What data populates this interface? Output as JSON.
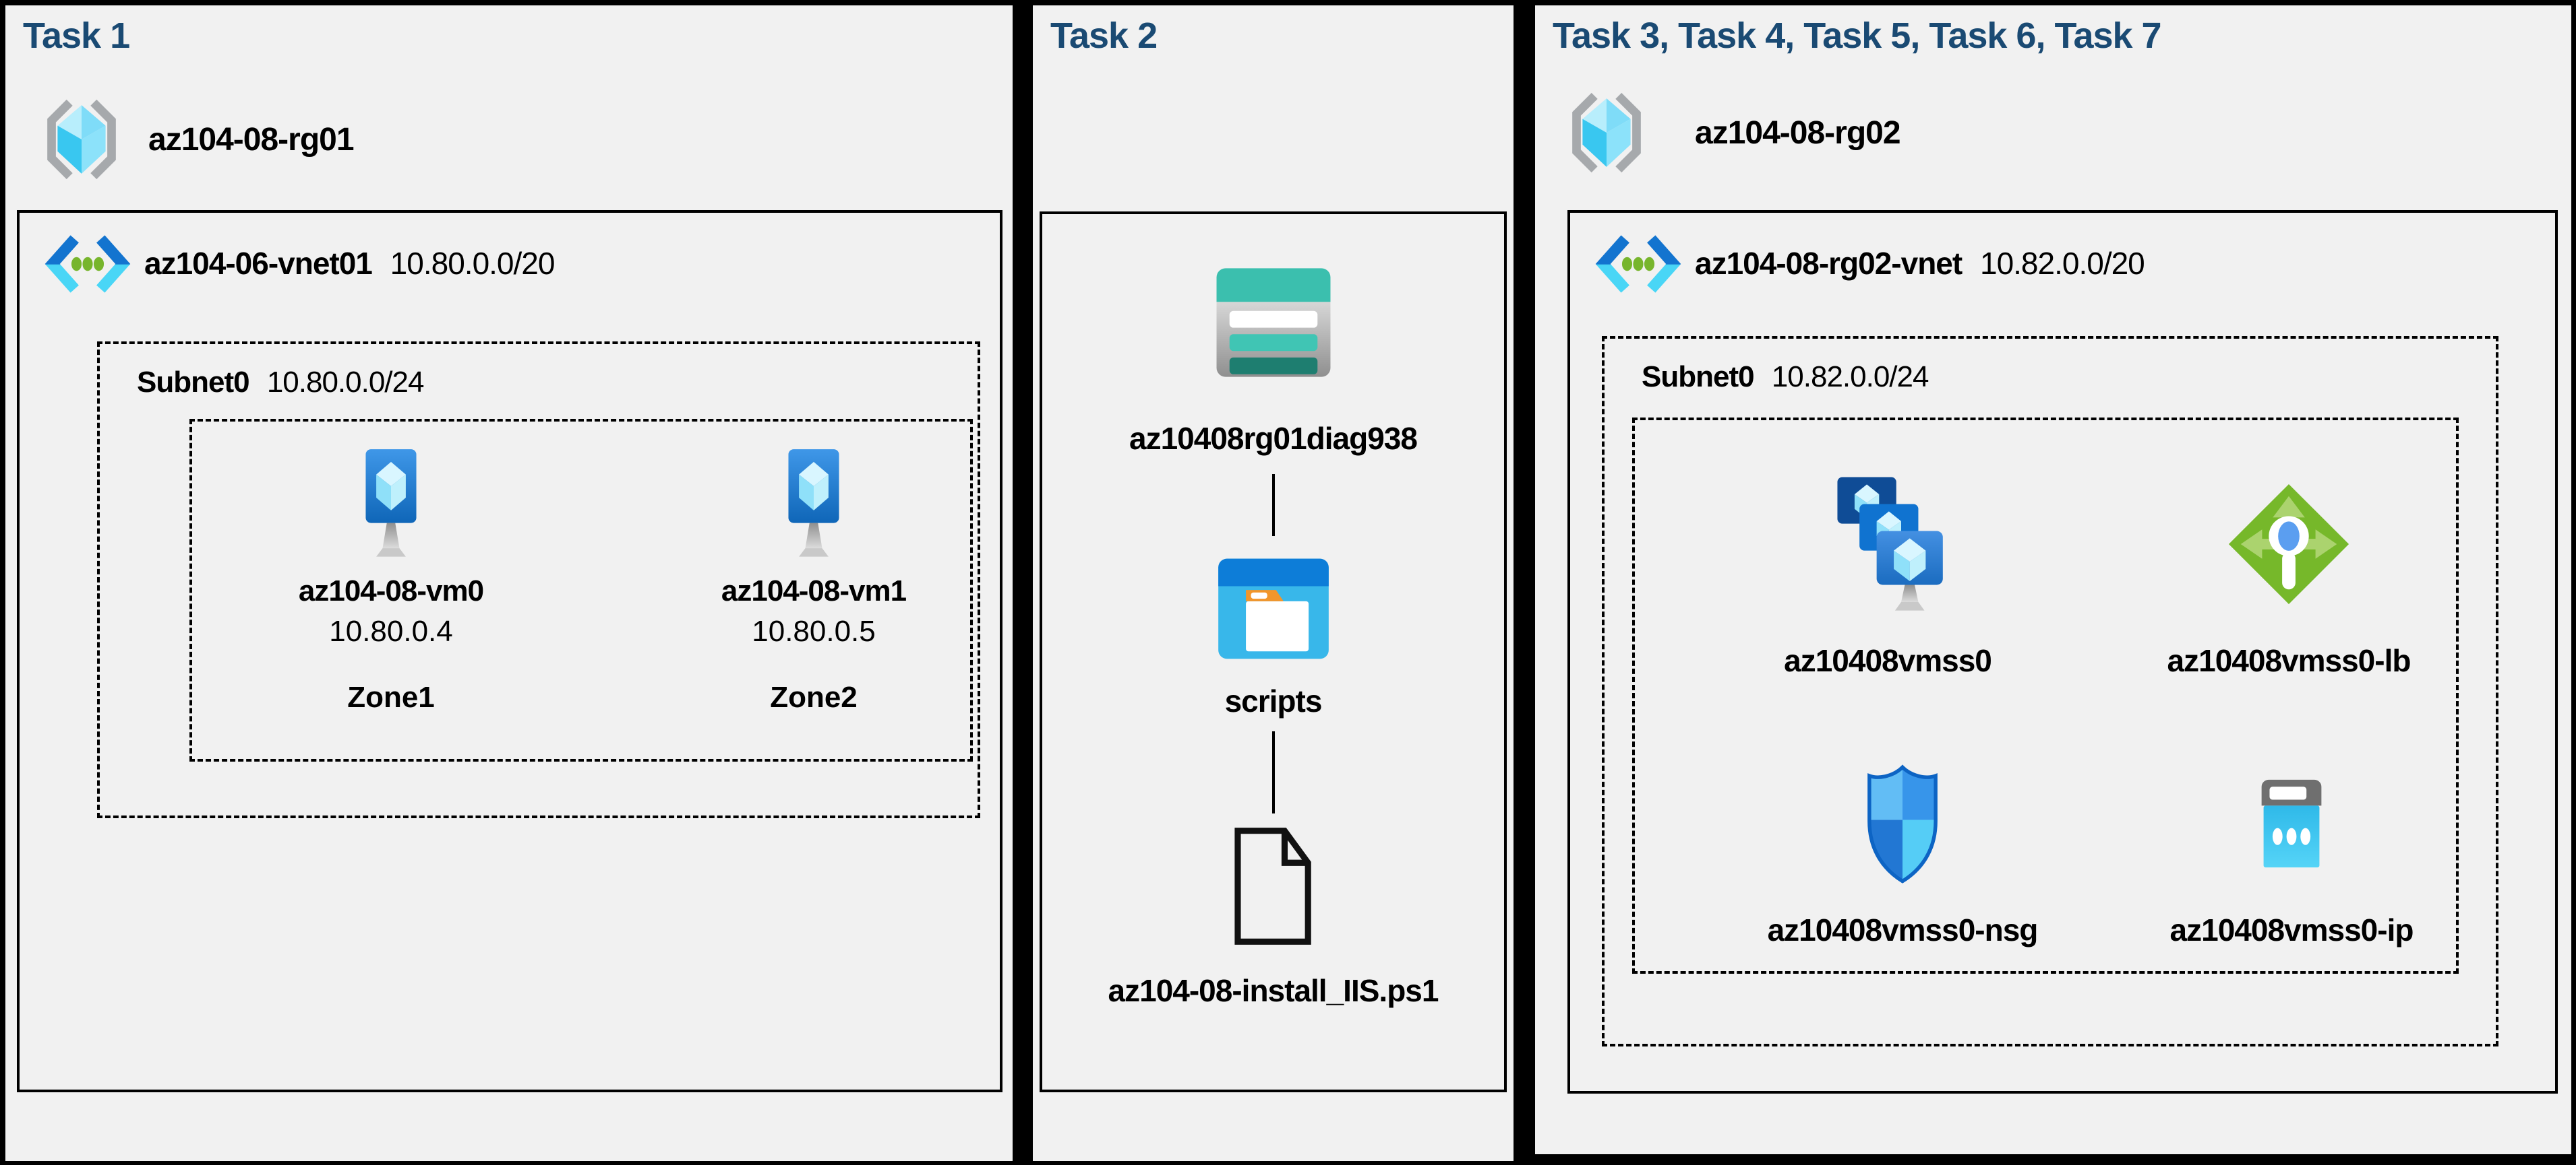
{
  "panels": [
    {
      "title": "Task 1",
      "resource_group": "az104-08-rg01",
      "vnet": {
        "name": "az104-06-vnet01",
        "cidr": "10.80.0.0/20"
      },
      "subnet": {
        "name": "Subnet0",
        "cidr": "10.80.0.0/24"
      },
      "vms": [
        {
          "name": "az104-08-vm0",
          "ip": "10.80.0.4",
          "zone": "Zone1"
        },
        {
          "name": "az104-08-vm1",
          "ip": "10.80.0.5",
          "zone": "Zone2"
        }
      ]
    },
    {
      "title": "Task 2",
      "storage_account": "az10408rg01diag938",
      "container": "scripts",
      "script_file": "az104-08-install_IIS.ps1"
    },
    {
      "title": "Task 3, Task 4, Task 5, Task 6, Task 7",
      "resource_group": "az104-08-rg02",
      "vnet": {
        "name": "az104-08-rg02-vnet",
        "cidr": "10.82.0.0/20"
      },
      "subnet": {
        "name": "Subnet0",
        "cidr": "10.82.0.0/24"
      },
      "resources": [
        {
          "id": "vmss",
          "label": "az10408vmss0"
        },
        {
          "id": "load-balancer",
          "label": "az10408vmss0-lb"
        },
        {
          "id": "nsg",
          "label": "az10408vmss0-nsg"
        },
        {
          "id": "public-ip",
          "label": "az10408vmss0-ip"
        }
      ]
    }
  ],
  "colors": {
    "background": "#000000",
    "panel": "#F1F1F1",
    "heading": "#1A4A73",
    "teal": "#3BBFAE",
    "azure_blue": "#0D7DD8",
    "cyan": "#3DC7F0",
    "green": "#76B82A"
  }
}
